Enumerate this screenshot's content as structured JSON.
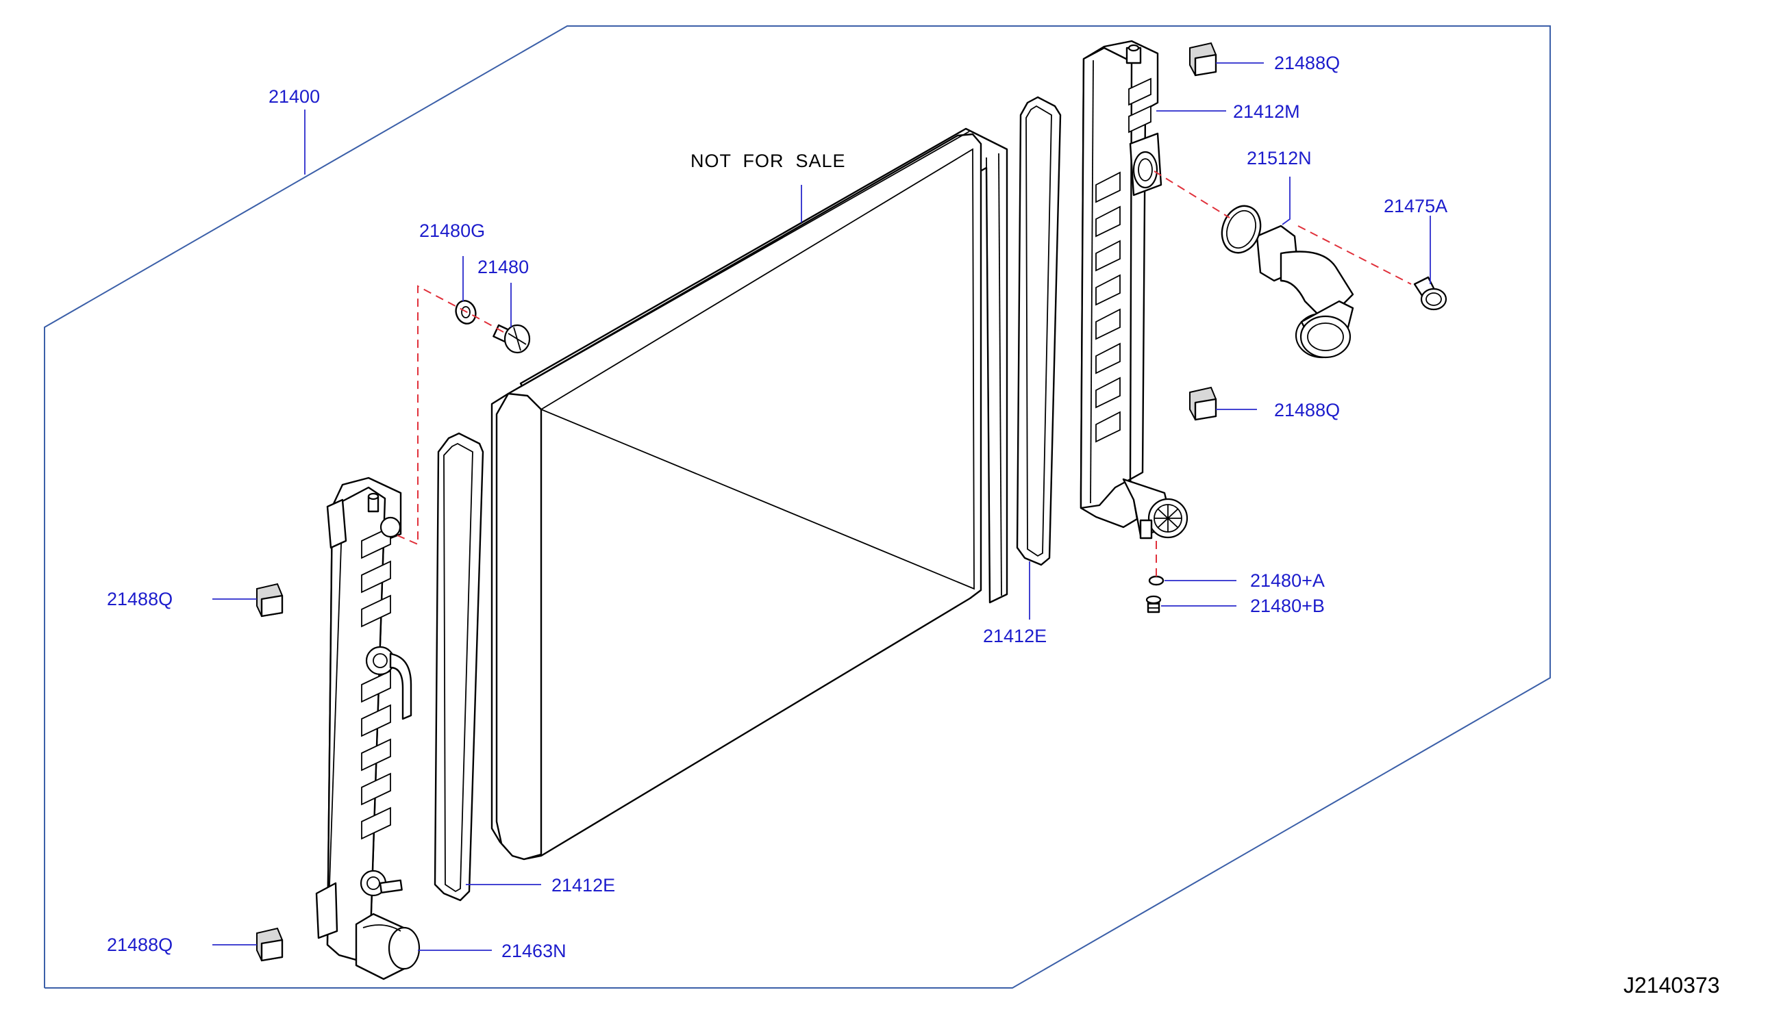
{
  "diagram": {
    "note": "NOT  FOR  SALE",
    "drawing_code": "J2140373",
    "labels": {
      "assembly": "21400",
      "tank_right": "21412M",
      "hose_outlet": "21512N",
      "bolt_outlet": "21475A",
      "washer_top": "21480G",
      "plug_top": "21480",
      "drain_washer": "21480+A",
      "drain_plug": "21480+B",
      "seal_right": "21412E",
      "seal_left": "21412E",
      "cap_inlet": "21463N",
      "mount_top_right": "21488Q",
      "mount_mid_right": "21488Q",
      "mount_left_upper": "21488Q",
      "mount_left_lower": "21488Q"
    }
  }
}
